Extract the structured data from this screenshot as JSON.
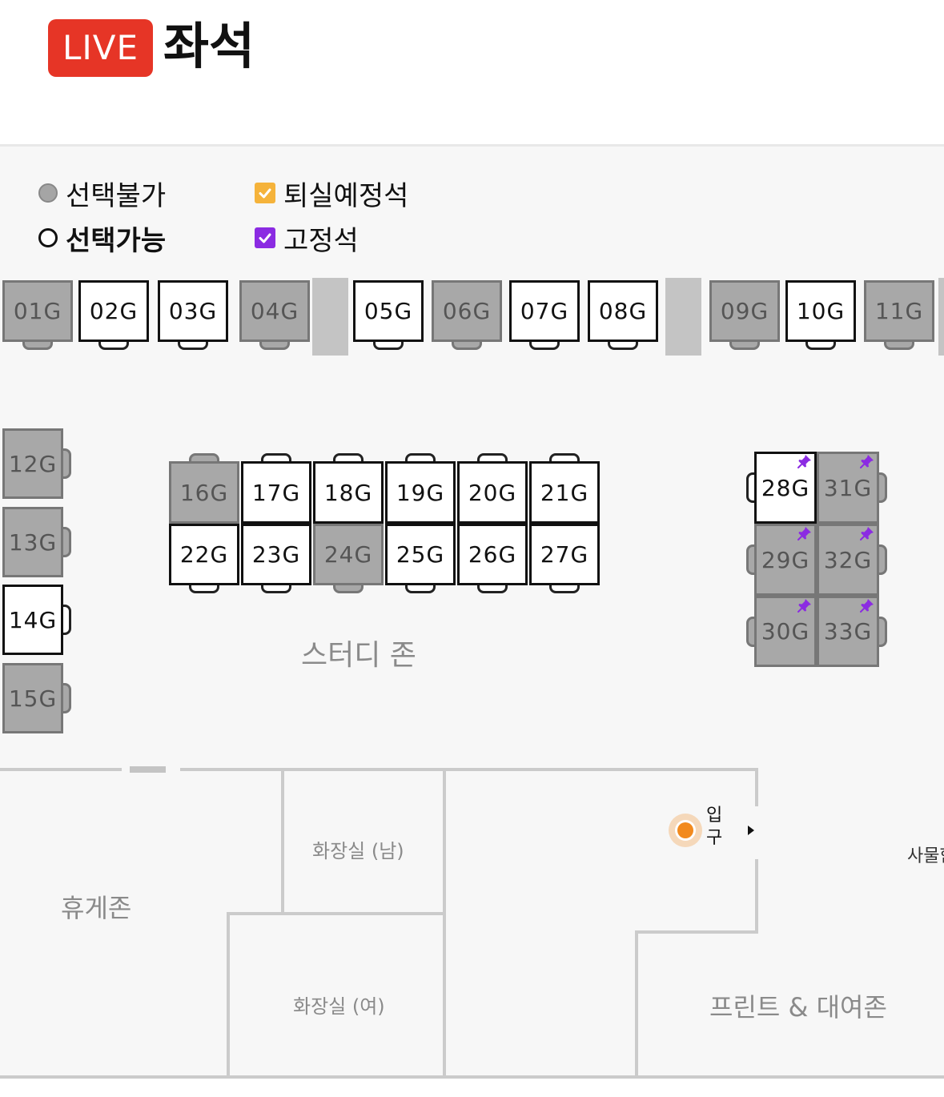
{
  "header": {
    "badge": "LIVE",
    "title": "좌석"
  },
  "legend": {
    "unavailable": "선택불가",
    "available": "선택가능",
    "leaving_soon": "퇴실예정석",
    "fixed": "고정석"
  },
  "colors": {
    "live_badge": "#e63526",
    "leaving_soon": "#f5b33b",
    "fixed": "#8b2be2",
    "available_fill": "#ffffff",
    "unavailable_fill": "#a8a8a8",
    "entrance_dot": "#f28a1e"
  },
  "seats": [
    {
      "label": "01G",
      "status": "unavailable"
    },
    {
      "label": "02G",
      "status": "available"
    },
    {
      "label": "03G",
      "status": "available"
    },
    {
      "label": "04G",
      "status": "unavailable"
    },
    {
      "label": "05G",
      "status": "available"
    },
    {
      "label": "06G",
      "status": "unavailable"
    },
    {
      "label": "07G",
      "status": "available"
    },
    {
      "label": "08G",
      "status": "available"
    },
    {
      "label": "09G",
      "status": "unavailable"
    },
    {
      "label": "10G",
      "status": "available"
    },
    {
      "label": "11G",
      "status": "unavailable"
    },
    {
      "label": "12G",
      "status": "unavailable"
    },
    {
      "label": "13G",
      "status": "unavailable"
    },
    {
      "label": "14G",
      "status": "available"
    },
    {
      "label": "15G",
      "status": "unavailable"
    },
    {
      "label": "16G",
      "status": "unavailable"
    },
    {
      "label": "17G",
      "status": "available"
    },
    {
      "label": "18G",
      "status": "available"
    },
    {
      "label": "19G",
      "status": "available"
    },
    {
      "label": "20G",
      "status": "available"
    },
    {
      "label": "21G",
      "status": "available"
    },
    {
      "label": "22G",
      "status": "available"
    },
    {
      "label": "23G",
      "status": "available"
    },
    {
      "label": "24G",
      "status": "unavailable"
    },
    {
      "label": "25G",
      "status": "available"
    },
    {
      "label": "26G",
      "status": "available"
    },
    {
      "label": "27G",
      "status": "available"
    },
    {
      "label": "28G",
      "status": "available",
      "fixed": true
    },
    {
      "label": "31G",
      "status": "unavailable",
      "fixed": true
    },
    {
      "label": "29G",
      "status": "unavailable",
      "fixed": true
    },
    {
      "label": "32G",
      "status": "unavailable",
      "fixed": true
    },
    {
      "label": "30G",
      "status": "unavailable",
      "fixed": true
    },
    {
      "label": "33G",
      "status": "unavailable",
      "fixed": true
    }
  ],
  "zones": {
    "study": "스터디 존",
    "lounge": "휴게존",
    "restroom_men": "화장실 (남)",
    "restroom_women": "화장실 (여)",
    "print": "프린트 & 대여존",
    "entrance": "입구",
    "office": "사물함"
  },
  "icons": {
    "entrance_marker": "target-dot-icon",
    "entrance_arrow": "triangle-right-icon",
    "fixed_pin": "pushpin-icon",
    "check": "check-icon"
  }
}
